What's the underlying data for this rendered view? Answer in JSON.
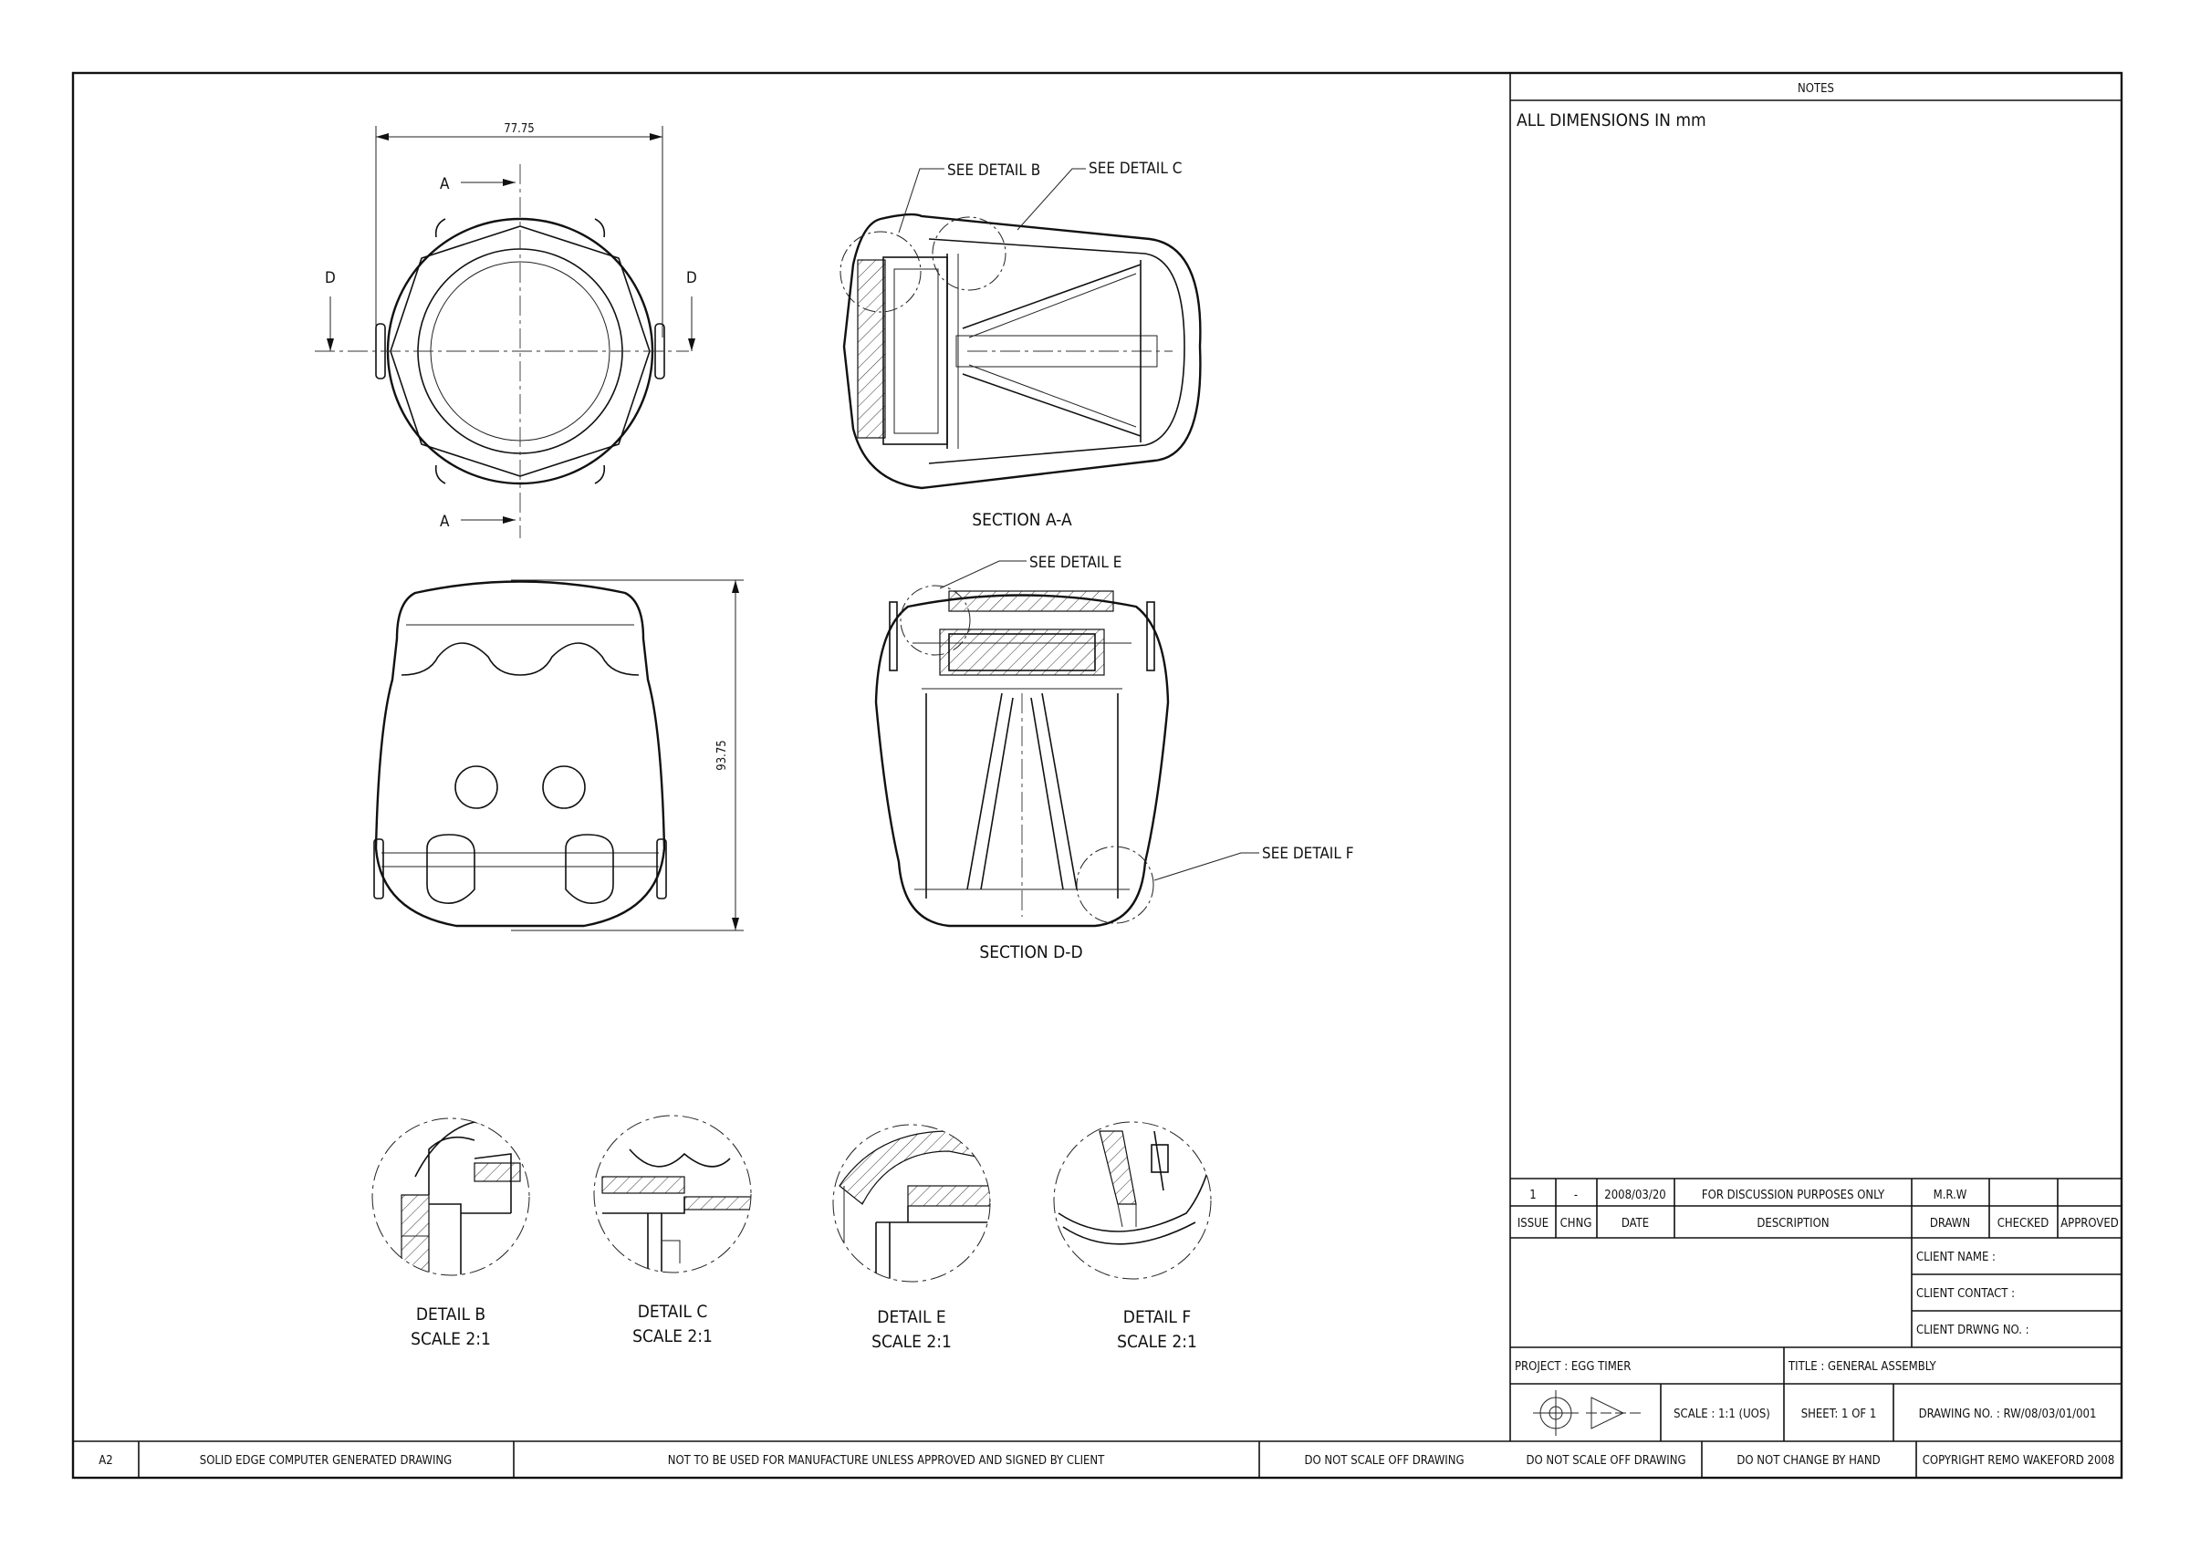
{
  "dimensions": {
    "width": "77.75",
    "height": "93.75"
  },
  "section_marks": {
    "a": "A",
    "d": "D"
  },
  "views": {
    "section_aa": "SECTION A-A",
    "section_dd": "SECTION D-D"
  },
  "callouts": {
    "see_b": "SEE DETAIL B",
    "see_c": "SEE DETAIL C",
    "see_e": "SEE DETAIL E",
    "see_f": "SEE DETAIL  F"
  },
  "details": [
    {
      "label": "DETAIL B",
      "scale": "SCALE 2:1"
    },
    {
      "label": "DETAIL C",
      "scale": "SCALE 2:1"
    },
    {
      "label": "DETAIL E",
      "scale": "SCALE 2:1"
    },
    {
      "label": "DETAIL F",
      "scale": "SCALE 2:1"
    }
  ],
  "notes": {
    "header": "NOTES",
    "line1": "ALL DIMENSIONS IN mm"
  },
  "revision": {
    "issue": "1",
    "chng": "-",
    "date": "2008/03/20",
    "description": "FOR DISCUSSION PURPOSES ONLY",
    "drawn": "M.R.W",
    "checked": "",
    "approved": "",
    "headers": {
      "issue": "ISSUE",
      "chng": "CHNG",
      "date": "DATE",
      "description": "DESCRIPTION",
      "drawn": "DRAWN",
      "checked": "CHECKED",
      "approved": "APPROVED"
    }
  },
  "client": {
    "name": "CLIENT NAME :",
    "contact": "CLIENT CONTACT :",
    "drwg_no": "CLIENT DRWNG NO. :"
  },
  "project": "PROJECT : EGG TIMER",
  "title": "TITLE : GENERAL ASSEMBLY",
  "scale": "SCALE : 1:1 (UOS)",
  "sheet": "SHEET: 1 OF 1",
  "drawing_no": "DRAWING NO. : RW/08/03/01/001",
  "footer": {
    "size": "A2",
    "software": "SOLID EDGE COMPUTER GENERATED DRAWING",
    "warning": "NOT TO BE USED FOR MANUFACTURE UNLESS APPROVED AND SIGNED BY CLIENT",
    "no_scale_1": "DO NOT SCALE OFF DRAWING",
    "no_scale_2": "DO NOT SCALE OFF DRAWING",
    "no_hand": "DO NOT CHANGE BY HAND",
    "copyright": "COPYRIGHT REMO WAKEFORD 2008"
  }
}
